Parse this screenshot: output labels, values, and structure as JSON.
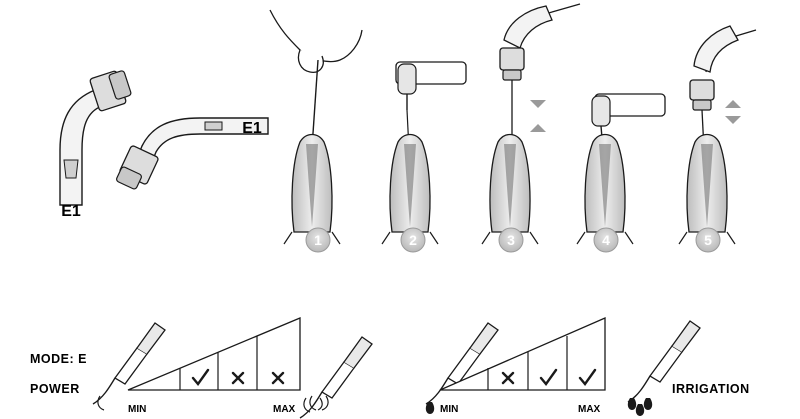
{
  "tip_labels": [
    "E1",
    "E1"
  ],
  "steps": [
    {
      "number": "1"
    },
    {
      "number": "2"
    },
    {
      "number": "3"
    },
    {
      "number": "4"
    },
    {
      "number": "5"
    }
  ],
  "settings": {
    "mode_label": "MODE: E",
    "power_label": "POWER",
    "irrigation_label": "IRRIGATION",
    "power_scale": {
      "min_label": "MIN",
      "max_label": "MAX",
      "marks": [
        "check",
        "cross",
        "cross"
      ]
    },
    "irrigation_scale": {
      "min_label": "MIN",
      "max_label": "MAX",
      "marks": [
        "cross",
        "check",
        "check"
      ]
    }
  },
  "colors": {
    "line": "#1a1a1a",
    "tooth_fill": "#cfcfcf",
    "tooth_shade": "#9a9a9a",
    "badge_fill": "#d6d6d6",
    "badge_text": "#ffffff",
    "arrow": "#9a9a9a"
  }
}
